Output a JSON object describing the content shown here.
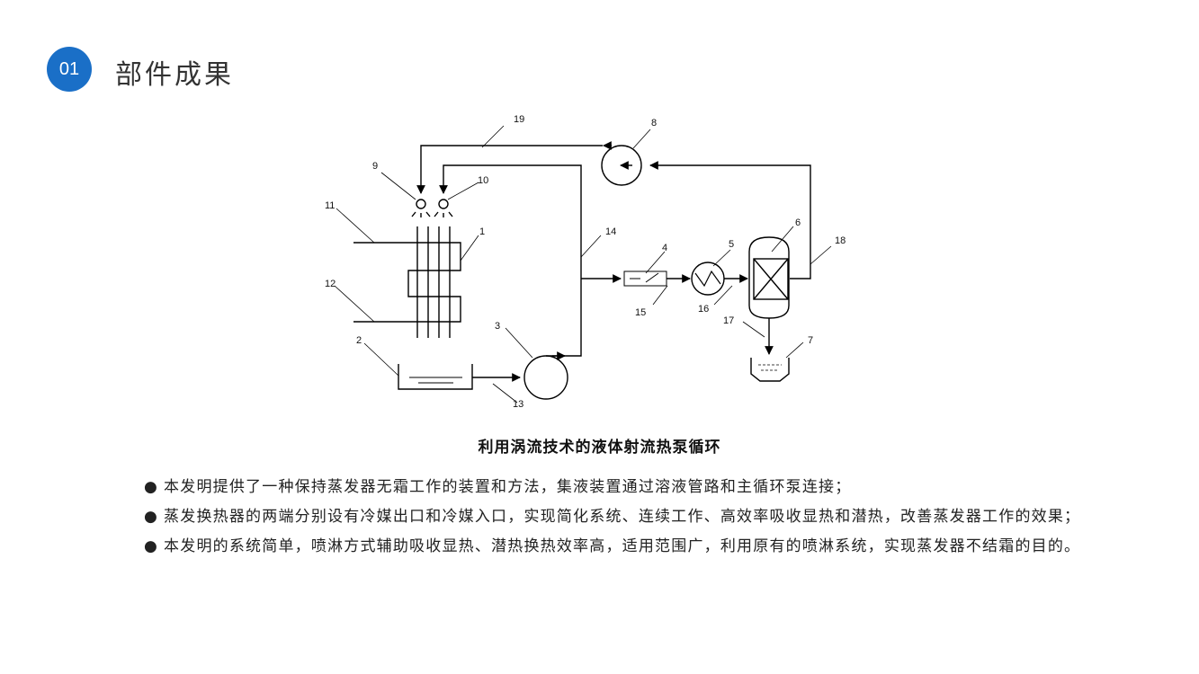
{
  "header": {
    "section_number": "01",
    "title": "部件成果",
    "accent_color": "#1a6fc7"
  },
  "diagram": {
    "caption": "利用涡流技术的液体射流热泵循环",
    "labels": [
      "1",
      "2",
      "3",
      "4",
      "5",
      "6",
      "7",
      "8",
      "9",
      "10",
      "11",
      "12",
      "13",
      "14",
      "15",
      "16",
      "17",
      "18",
      "19"
    ]
  },
  "bullets": [
    "本发明提供了一种保持蒸发器无霜工作的装置和方法，集液装置通过溶液管路和主循环泵连接；",
    "蒸发换热器的两端分别设有冷媒出口和冷媒入口，实现简化系统、连续工作、高效率吸收显热和潜热，改善蒸发器工作的效果；",
    "本发明的系统简单，喷淋方式辅助吸收显热、潜热换热效率高，适用范围广，利用原有的喷淋系统，实现蒸发器不结霜的目的。"
  ],
  "bullet_symbol": "●"
}
